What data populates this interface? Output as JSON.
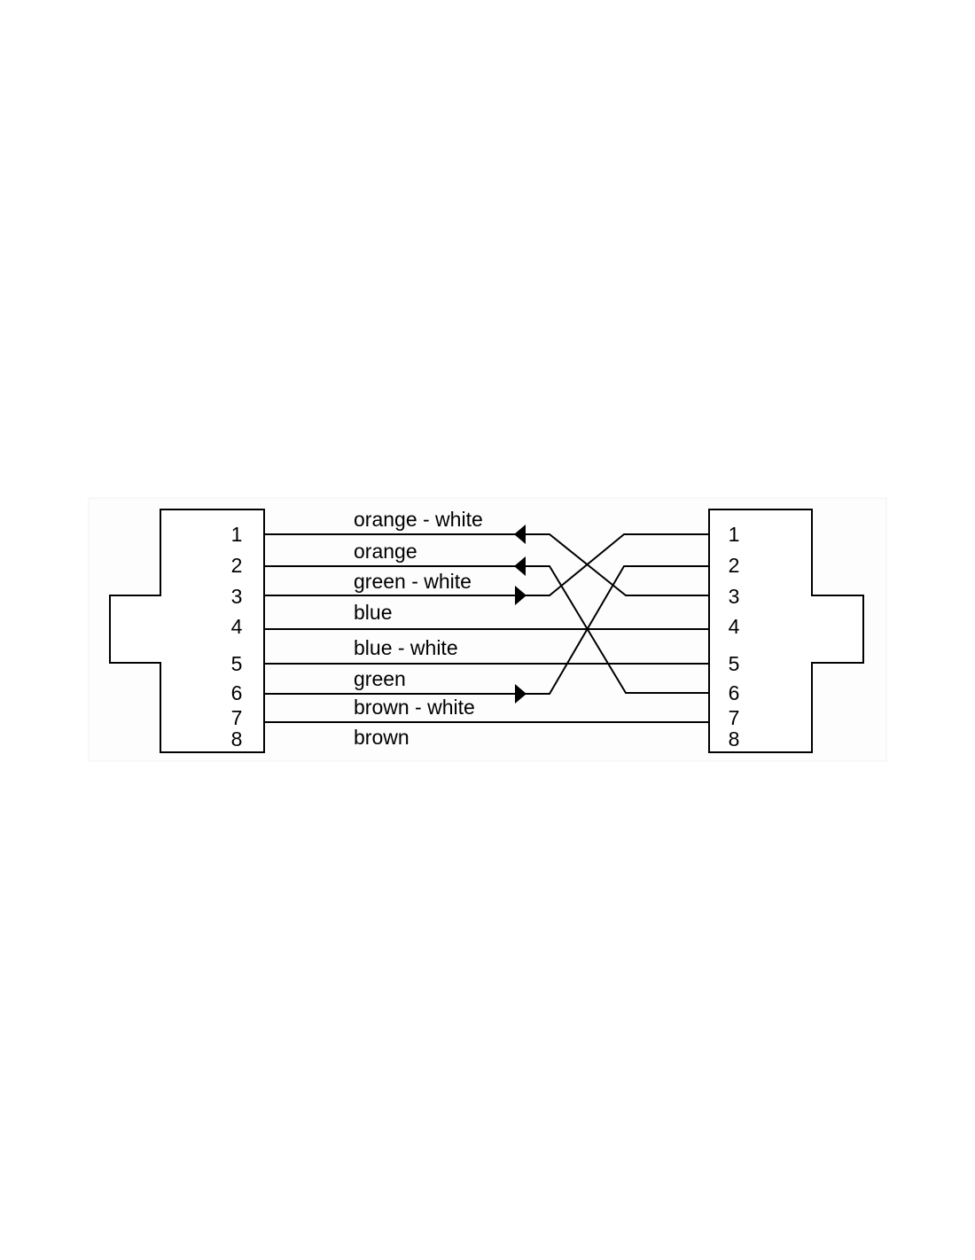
{
  "diagram": {
    "left_pins": [
      "1",
      "2",
      "3",
      "4",
      "5",
      "6",
      "7",
      "8"
    ],
    "right_pins": [
      "1",
      "2",
      "3",
      "4",
      "5",
      "6",
      "7",
      "8"
    ],
    "wire_labels": [
      "orange - white",
      "orange",
      "green - white",
      "blue",
      "blue - white",
      "green",
      "brown - white",
      "brown"
    ]
  }
}
